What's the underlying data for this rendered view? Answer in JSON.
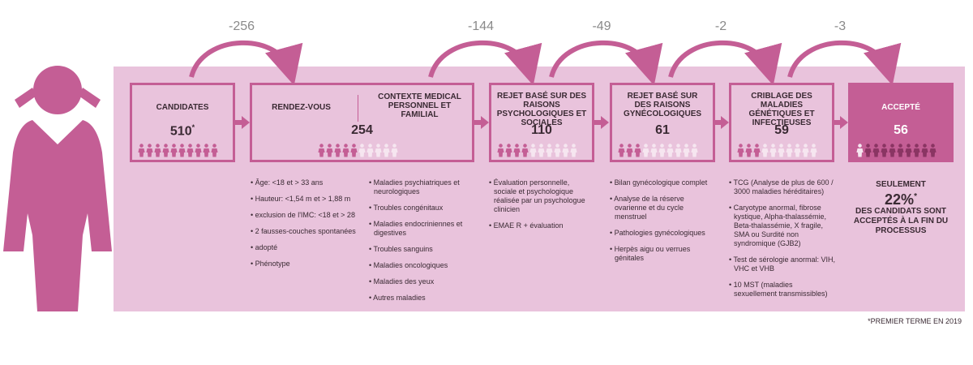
{
  "colors": {
    "accent": "#c45e95",
    "panel": "#e9c3dc",
    "pale_figure": "#f6e6f0",
    "dark_figure": "#8a3563",
    "delta_text": "#8a8a8a"
  },
  "icons": {
    "person": "woman-figure-icon",
    "arrow": "arrow-right-icon"
  },
  "deltas": [
    "-256",
    "-144",
    "-49",
    "-2",
    "-3"
  ],
  "stages": {
    "candidates": {
      "title": "CANDIDATES",
      "count": "510",
      "mark": "*",
      "filled": 10,
      "total": 10
    },
    "rdv": {
      "title": "RENDEZ-VOUS",
      "title2": "CONTEXTE MEDICAL PERSONNEL ET FAMILIAL",
      "count": "254",
      "filled": 5,
      "total": 10
    },
    "psy": {
      "title": "REJET BASÉ SUR DES RAISONS PSYCHOLOGIQUES ET SOCIALES",
      "count": "110",
      "filled": 4,
      "total": 10
    },
    "gyn": {
      "title": "REJET BASÉ SUR DES RAISONS GYNÉCOLOGIQUES",
      "count": "61",
      "filled": 3,
      "total": 10
    },
    "gen": {
      "title": "CRIBLAGE DES MALADIES GÉNÉTIQUES ET INFECTIEUSES",
      "count": "59",
      "filled": 3,
      "total": 10
    },
    "accepted": {
      "title": "ACCEPTÉ",
      "count": "56",
      "filled": 1,
      "total": 10
    }
  },
  "criteria": {
    "rdv_a": [
      "Âge: <18 et > 33 ans",
      "Hauteur: <1,54 m et > 1,88 m",
      "exclusion de l'IMC: <18 et > 28",
      "2 fausses-couches spontanées",
      "adopté",
      "Phénotype"
    ],
    "rdv_b": [
      "Maladies psychiatriques et neurologiques",
      "Troubles congénitaux",
      "Maladies endocriniennes et digestives",
      "Troubles sanguins",
      "Maladies oncologiques",
      "Maladies des yeux",
      "Autres maladies"
    ],
    "psy": [
      "Évaluation personnelle, sociale et psychologique réalisée par un psychologue clinicien",
      "EMAE R + évaluation"
    ],
    "gyn": [
      "Bilan gynécologique complet",
      "Analyse de la réserve ovarienne et du cycle menstruel",
      "Pathologies gynécologiques",
      "Herpès aigu ou verrues génitales"
    ],
    "gen": [
      "TCG (Analyse de plus de 600 / 3000 maladies héréditaires)",
      "Caryotype anormal, fibrose kystique, Alpha-thalassémie, Beta-thalassémie, X fragile, SMA ou Surdité non syndromique (GJB2)",
      "Test de sérologie anormal: VIH, VHC et VHB",
      "10 MST (maladies sexuellement transmissibles)"
    ]
  },
  "summary": {
    "line1": "SEULEMENT",
    "pct": "22%",
    "mark": "*",
    "line2": "DES CANDIDATS SONT ACCEPTÉS À LA FIN DU PROCESSUS"
  },
  "footnote": "*PREMIER TERME EN 2019"
}
